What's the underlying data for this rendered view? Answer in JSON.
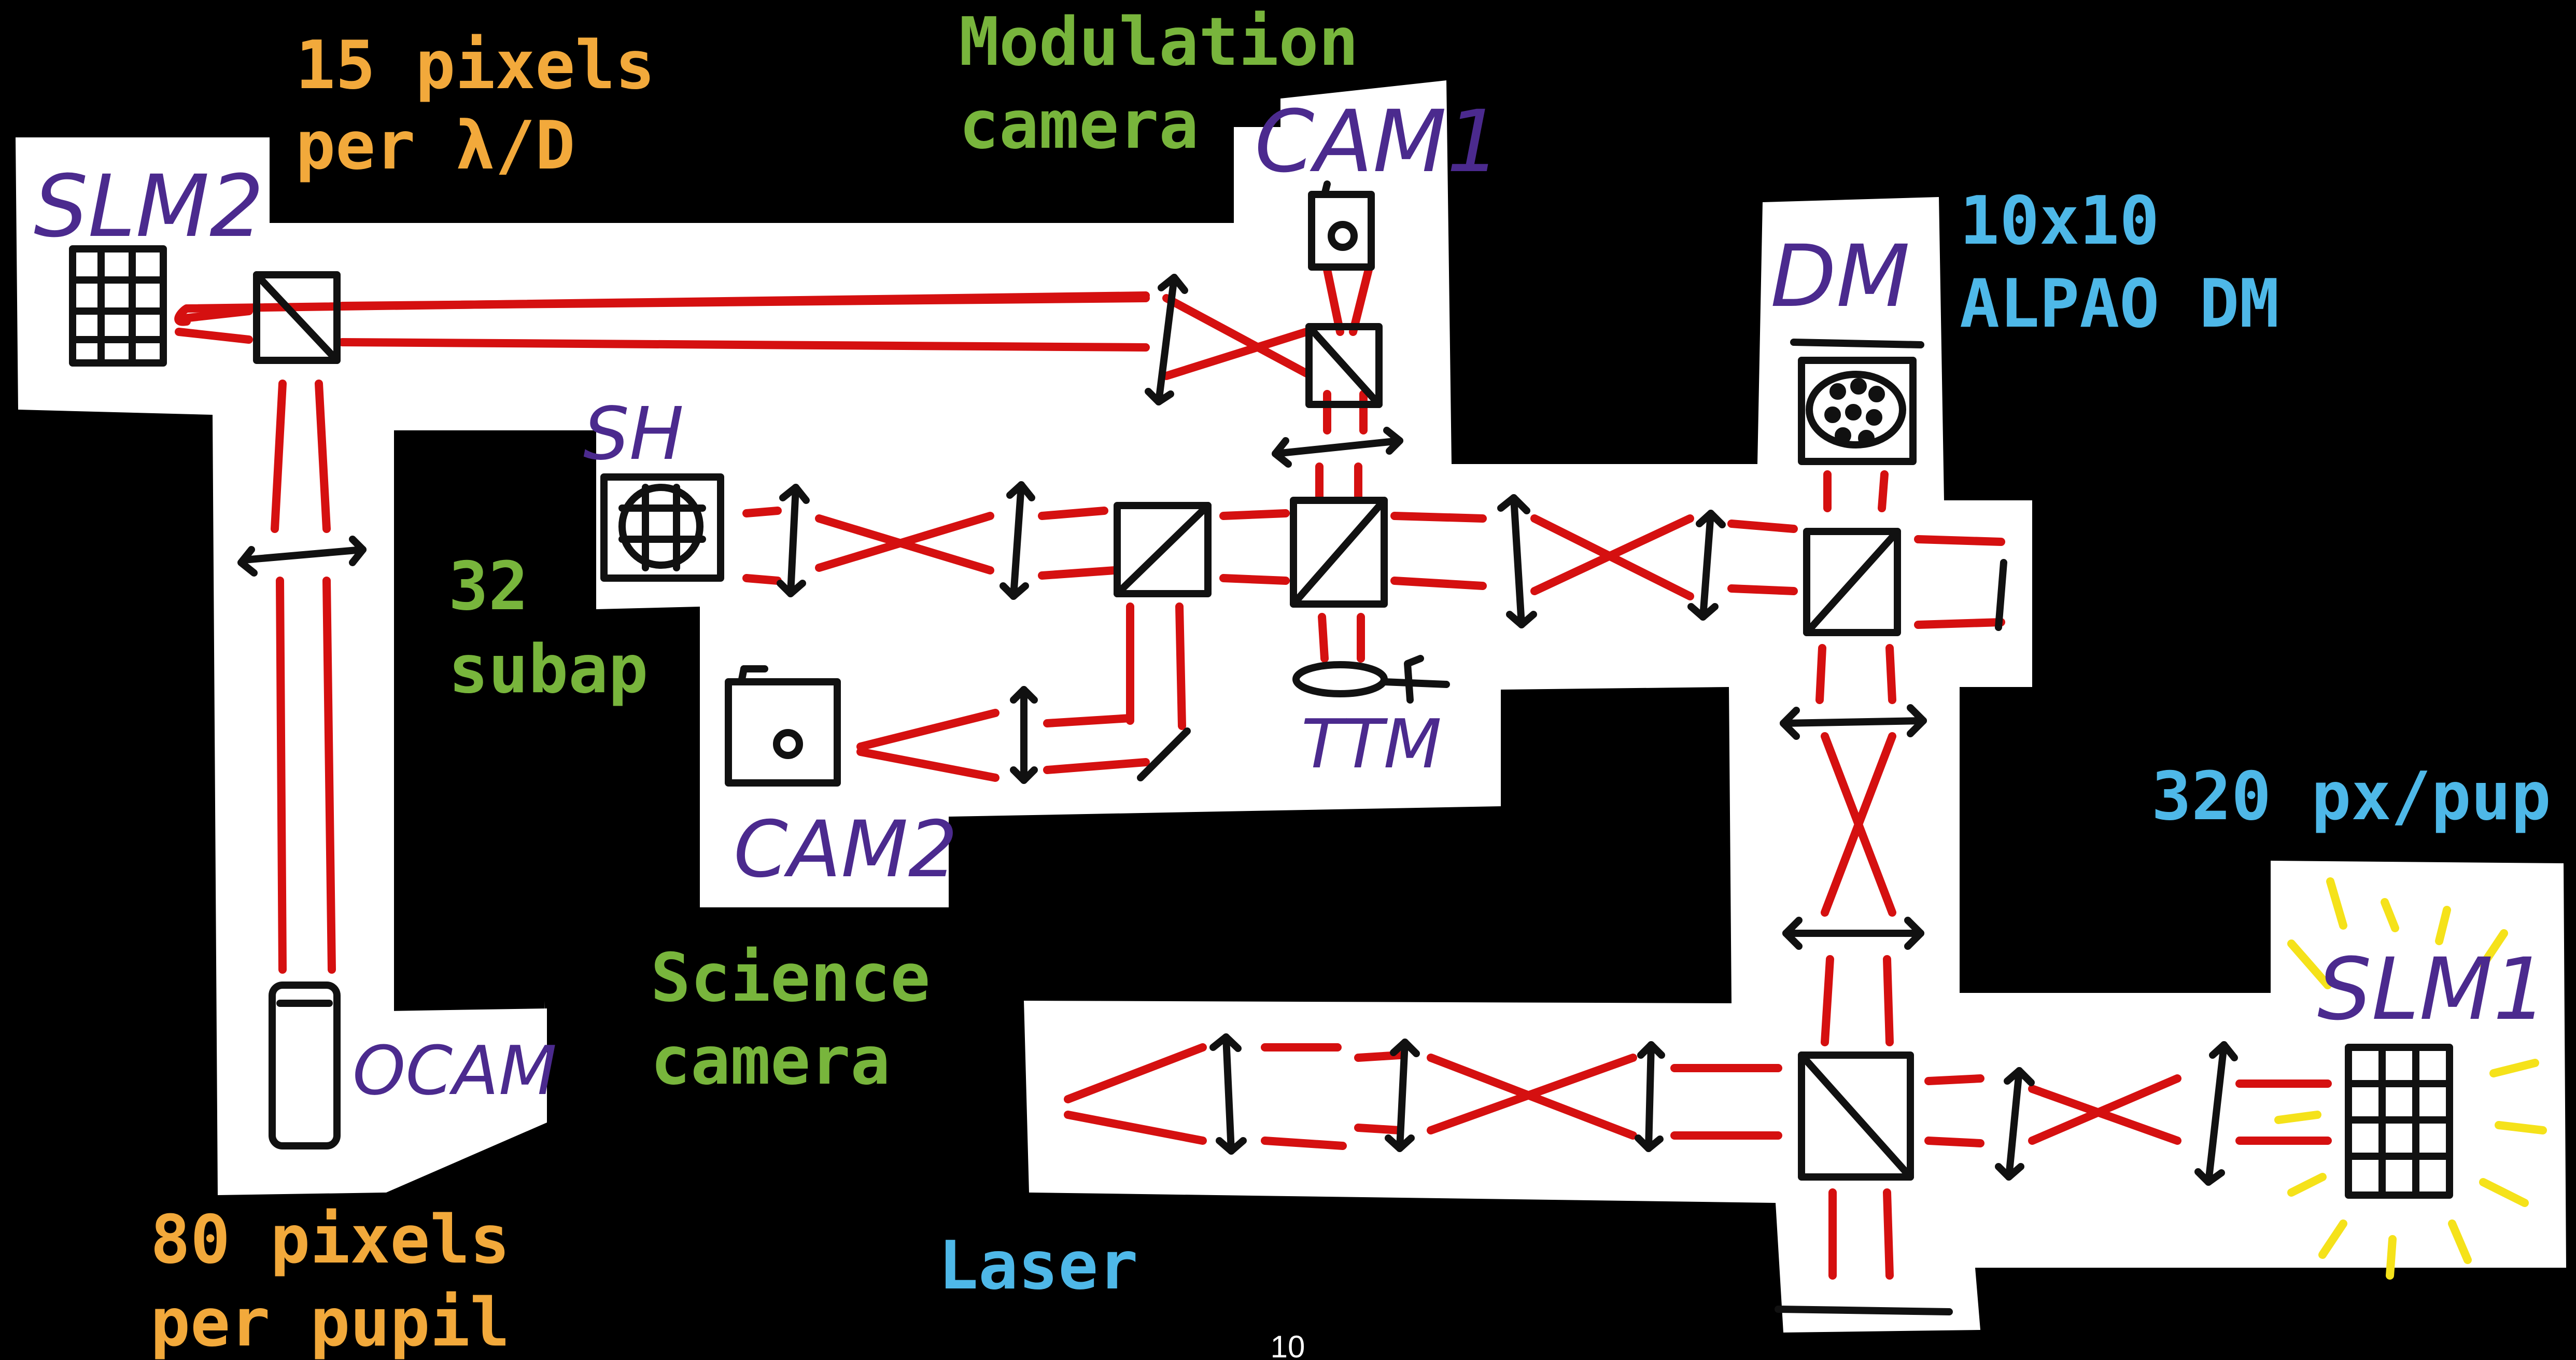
{
  "slide": {
    "page_number": "10"
  },
  "colors": {
    "background": "#000000",
    "panel": "#ffffff",
    "beam": "#d51010",
    "ink": "#111111",
    "orange_label": "#f2a93b",
    "green_label": "#78b53c",
    "blue_label": "#4eb8e8",
    "purple_label": "#4b2a8e",
    "glow": "#f5e21a"
  },
  "labels": {
    "orange": {
      "slm2_sampling_line1": "15 pixels",
      "slm2_sampling_line2": "per λ/D",
      "ocam_sampling_line1": "80 pixels",
      "ocam_sampling_line2": "per pupil"
    },
    "green": {
      "modulation_line1": "Modulation",
      "modulation_line2": "camera",
      "subap_line1": "32",
      "subap_line2": "subap",
      "science_line1": "Science",
      "science_line2": "camera"
    },
    "blue": {
      "dm_line1": "10x10",
      "dm_line2": "ALPAO DM",
      "slm1_sampling": "320 px/pup",
      "laser": "Laser"
    },
    "purple": {
      "slm2": "SLM2",
      "cam1": "CAM1",
      "dm": "DM",
      "sh": "SH",
      "ttm": "TTM",
      "cam2": "CAM2",
      "ocam": "OCAM",
      "slm1": "SLM1"
    }
  },
  "components": {
    "icons": [
      "slm-grid-icon",
      "beamsplitter-icon",
      "lens-icon",
      "camera-icon",
      "mirror-icon",
      "deformable-mirror-icon",
      "shack-hartmann-icon",
      "tip-tilt-mirror-icon",
      "glow-icon"
    ]
  }
}
